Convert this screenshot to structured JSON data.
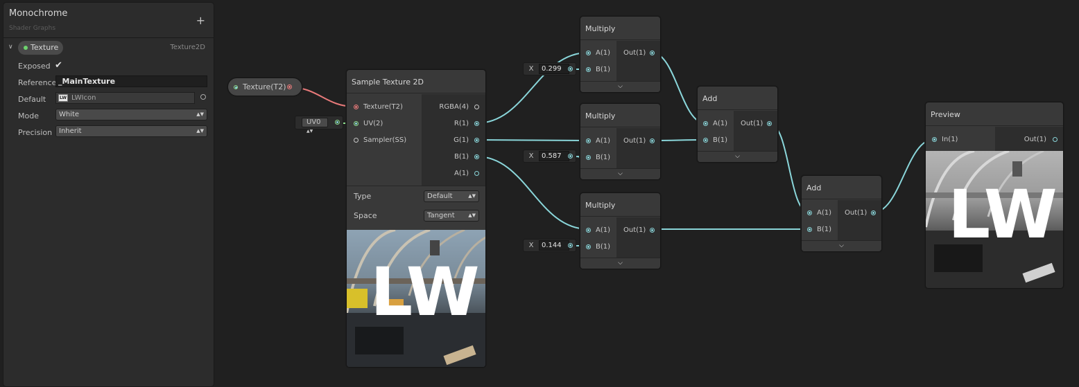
{
  "blackboard": {
    "title": "Monochrome",
    "subtitle": "Shader Graphs",
    "add_label": "+",
    "caret": "∨",
    "property": {
      "name": "Texture",
      "type": "Texture2D",
      "fields": [
        {
          "label": "Exposed",
          "kind": "checkbox",
          "checked": true,
          "mark": "✔"
        },
        {
          "label": "Reference",
          "kind": "text",
          "value": "_MainTexture"
        },
        {
          "label": "Default",
          "kind": "object",
          "value": "LWIcon",
          "icon": "LW"
        },
        {
          "label": "Mode",
          "kind": "dropdown",
          "value": "White"
        },
        {
          "label": "Precision",
          "kind": "dropdown",
          "value": "Inherit"
        }
      ]
    }
  },
  "graph": {
    "property_node": {
      "label": "Texture(T2)"
    },
    "uv_node": {
      "label": "UV0"
    },
    "sample_texture": {
      "title": "Sample Texture 2D",
      "inputs": [
        "Texture(T2)",
        "UV(2)",
        "Sampler(SS)"
      ],
      "outputs": [
        "RGBA(4)",
        "R(1)",
        "G(1)",
        "B(1)",
        "A(1)"
      ],
      "type_label": "Type",
      "type_value": "Default",
      "space_label": "Space",
      "space_value": "Tangent",
      "preview_text": "LW"
    },
    "multiply_nodes": [
      {
        "title": "Multiply",
        "in_a": "A(1)",
        "in_b": "B(1)",
        "out": "Out(1)",
        "x_label": "X",
        "b_value": "0.299"
      },
      {
        "title": "Multiply",
        "in_a": "A(1)",
        "in_b": "B(1)",
        "out": "Out(1)",
        "x_label": "X",
        "b_value": "0.587"
      },
      {
        "title": "Multiply",
        "in_a": "A(1)",
        "in_b": "B(1)",
        "out": "Out(1)",
        "x_label": "X",
        "b_value": "0.144"
      }
    ],
    "add_nodes": [
      {
        "title": "Add",
        "in_a": "A(1)",
        "in_b": "B(1)",
        "out": "Out(1)"
      },
      {
        "title": "Add",
        "in_a": "A(1)",
        "in_b": "B(1)",
        "out": "Out(1)"
      }
    ],
    "preview_node": {
      "title": "Preview",
      "in": "In(1)",
      "out": "Out(1)",
      "preview_text": "LW"
    },
    "expand_glyph": "⌵",
    "dropdown_glyph": "▲▼"
  },
  "colors": {
    "wire_float": "#8ad6da",
    "wire_texture": "#e87a7a",
    "wire_uv": "#8fe08f",
    "canvas": "#202020",
    "node": "#393939"
  }
}
